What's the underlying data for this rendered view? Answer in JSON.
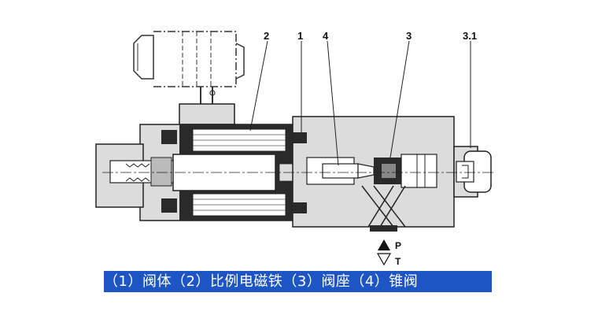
{
  "labels": {
    "part_2": "2",
    "part_1": "1",
    "part_4": "4",
    "part_3": "3",
    "part_3_1": "3.1"
  },
  "ports": {
    "p": "P",
    "t": "T"
  },
  "caption": "（1）阀体（2）比例电磁铁（3）阀座（4）锥阀",
  "colors": {
    "body_fill": "#dcdcdc",
    "metal_dark": "#2a2a2a",
    "coil_fill": "#ffffff",
    "caption_bg": "#1d56c4",
    "caption_text": "#ffffff"
  }
}
